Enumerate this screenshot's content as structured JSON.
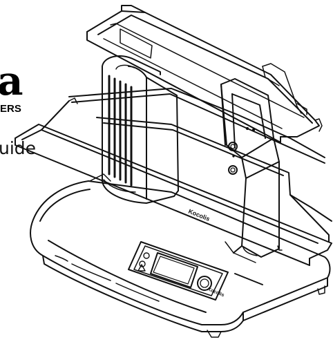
{
  "logo": {
    "letter": "a",
    "subtext": "ERS"
  },
  "caption": {
    "text": "uide"
  },
  "brand": {
    "badge": "Kocolis",
    "panel_label": "Kocolis"
  },
  "colors": {
    "line": "#111111",
    "background": "#ffffff"
  }
}
